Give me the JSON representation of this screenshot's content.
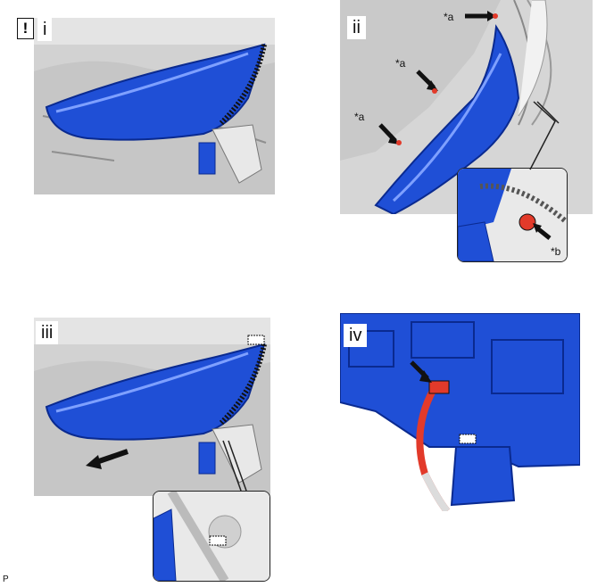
{
  "warning_symbol": "!",
  "panels": [
    {
      "label": "i"
    },
    {
      "label": "ii",
      "callouts": [
        "*a",
        "*a",
        "*a",
        "*b"
      ]
    },
    {
      "label": "iii"
    },
    {
      "label": "iv"
    }
  ],
  "footer_code": "P",
  "colors": {
    "part_blue": "#1f4fd6",
    "part_dark": "#0a2a90",
    "connector_red": "#e23a2a",
    "background_gray": "#cfcfcf"
  }
}
